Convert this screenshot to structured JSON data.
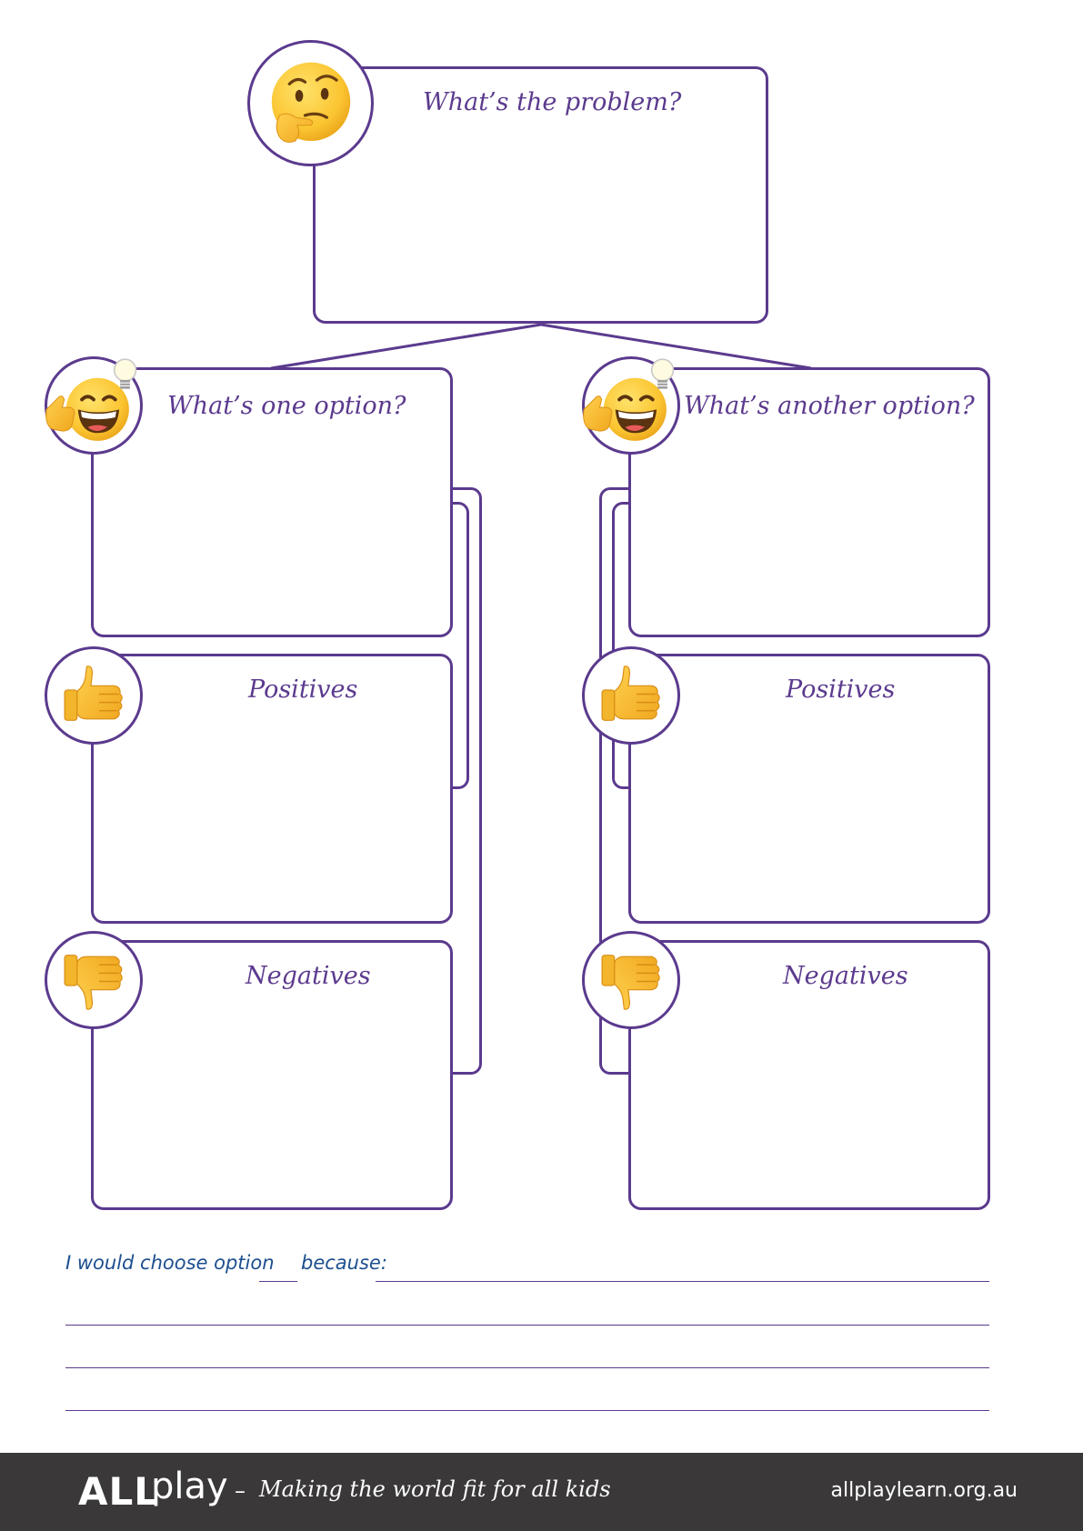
{
  "problem": {
    "heading": "What’s the problem?"
  },
  "option_one": {
    "heading": "What’s one option?",
    "positives_heading": "Positives",
    "negatives_heading": "Negatives"
  },
  "option_two": {
    "heading": "What’s another option?",
    "positives_heading": "Positives",
    "negatives_heading": "Negatives"
  },
  "choice": {
    "prefix": "I would choose option",
    "suffix": "because:"
  },
  "footer": {
    "logo_bold": "ALL",
    "logo_light": "play",
    "dash": "–",
    "tagline": "Making the world fit for all kids",
    "website": "allplaylearn.org.au"
  },
  "colors": {
    "accent": "#5b3a8e",
    "choice_text": "#1d4f8f",
    "footer_bg": "#3a3839",
    "emoji_yellow": "#fbc02d"
  },
  "icons": {
    "problem": "thinking-face-icon",
    "option": "grinning-face-lightbulb-icon",
    "positives": "thumbs-up-icon",
    "negatives": "thumbs-down-icon"
  }
}
